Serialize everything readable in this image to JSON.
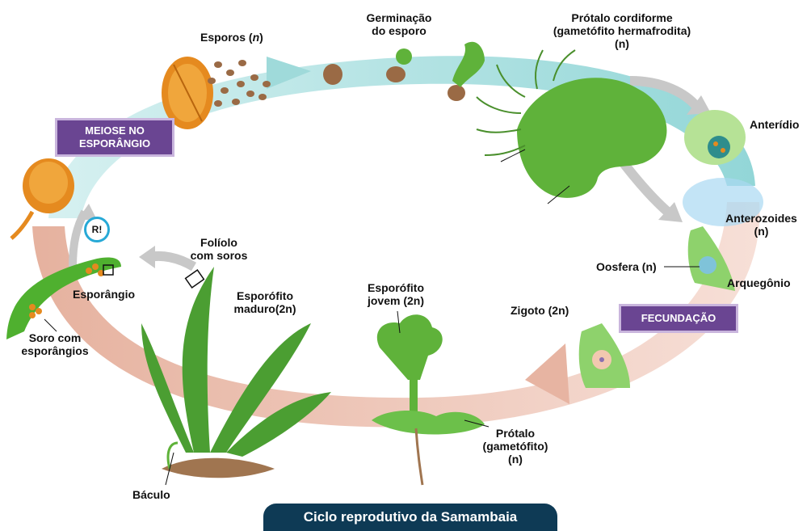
{
  "labels": {
    "esporos_main": "Esporos (",
    "esporos_n": "n",
    "esporos_close": ")",
    "germinacao_1": "Germinação",
    "germinacao_2": "do esporo",
    "protalo_cord_1": "Prótalo cordiforme",
    "protalo_cord_2": "(gametófito hermafrodita)",
    "protalo_cord_3": "(n)",
    "anteridio": "Anterídio",
    "anterozoides_1": "Anterozoides",
    "anterozoides_2": "(n)",
    "oosfera": "Oosfera (n)",
    "arquegonio": "Arquegônio",
    "zigoto": "Zigoto (2n)",
    "esporofito_jovem_1": "Esporófito",
    "esporofito_jovem_2": "jovem (2n)",
    "protalo_1": "Prótalo",
    "protalo_2": "(gametófito)",
    "protalo_3": "(n)",
    "foliolo_1": "Folíolo",
    "foliolo_2": "com soros",
    "esporofito_maduro_1": "Esporófito",
    "esporofito_maduro_2": "maduro(2n)",
    "esporangio": "Esporângio",
    "soro_1": "Soro com",
    "soro_2": "esporângios",
    "baculo": "Báculo"
  },
  "boxes": {
    "meiose_1": "MEIOSE NO",
    "meiose_2": "ESPORÂNGIO",
    "fecundacao": "FECUNDAÇÃO"
  },
  "badge": "R!",
  "caption": "Ciclo reprodutivo da Samambaia",
  "colors": {
    "cycle_teal": "#9fdada",
    "cycle_pink": "#e9b9a8",
    "box_purple": "#6a4592",
    "caption_navy": "#0e3a55",
    "plant_green": "#5fb23a",
    "sporangium_orange": "#e58a1f"
  }
}
